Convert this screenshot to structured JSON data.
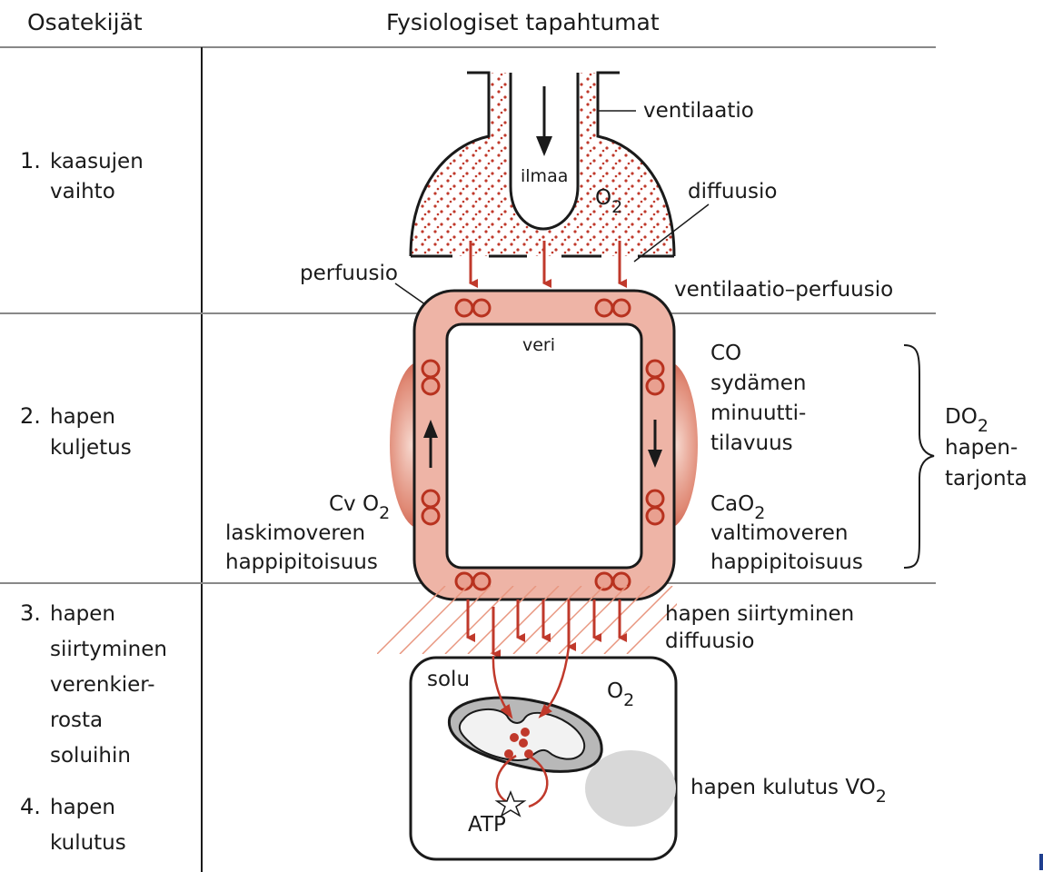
{
  "headers": {
    "left": "Osatekijät",
    "right": "Fysiologiset tapahtumat"
  },
  "stages": {
    "s1": {
      "num": "1.",
      "lines": [
        "kaasujen",
        "vaihto"
      ]
    },
    "s2": {
      "num": "2.",
      "lines": [
        "hapen",
        "kuljetus"
      ]
    },
    "s3": {
      "num": "3.",
      "lines": [
        "hapen",
        "siirtyminen",
        "verenkier-",
        "rosta",
        "soluihin"
      ]
    },
    "s4": {
      "num": "4.",
      "lines": [
        "hapen",
        "kulutus"
      ]
    }
  },
  "alveolus": {
    "air": "ilmaa",
    "o2_main": "O",
    "o2_sub": "2",
    "ventilation": "ventilaatio",
    "diffusion": "diffuusio",
    "perfusion": "perfuusio",
    "vq": "ventilaatio–perfuusio"
  },
  "blood": {
    "label": "veri",
    "right_lines": [
      "CO",
      "sydämen",
      "minuutti-",
      "tilavuus"
    ],
    "cao2_main": "CaO",
    "cao2_sub": "2",
    "cao2_lines": [
      "valtimoveren",
      "happipitoisuus"
    ],
    "cvo2_main": "Cv O",
    "cvo2_sub": "2",
    "cvo2_lines": [
      "laskimoveren",
      "happipitoisuus"
    ],
    "do2_main": "DO",
    "do2_sub": "2",
    "do2_lines": [
      "hapen-",
      "tarjonta"
    ]
  },
  "transfer": {
    "lines": [
      "hapen siirtyminen",
      "diffuusio"
    ]
  },
  "cell": {
    "label": "solu",
    "o2_main": "O",
    "o2_sub": "2",
    "atp": "ATP",
    "consumption": "hapen kulutus VO",
    "consumption_sub": "2"
  },
  "colors": {
    "line": "#1a1a1a",
    "accent": "#c0392b",
    "vessel": "#eeb4a6",
    "rule": "#888888"
  }
}
